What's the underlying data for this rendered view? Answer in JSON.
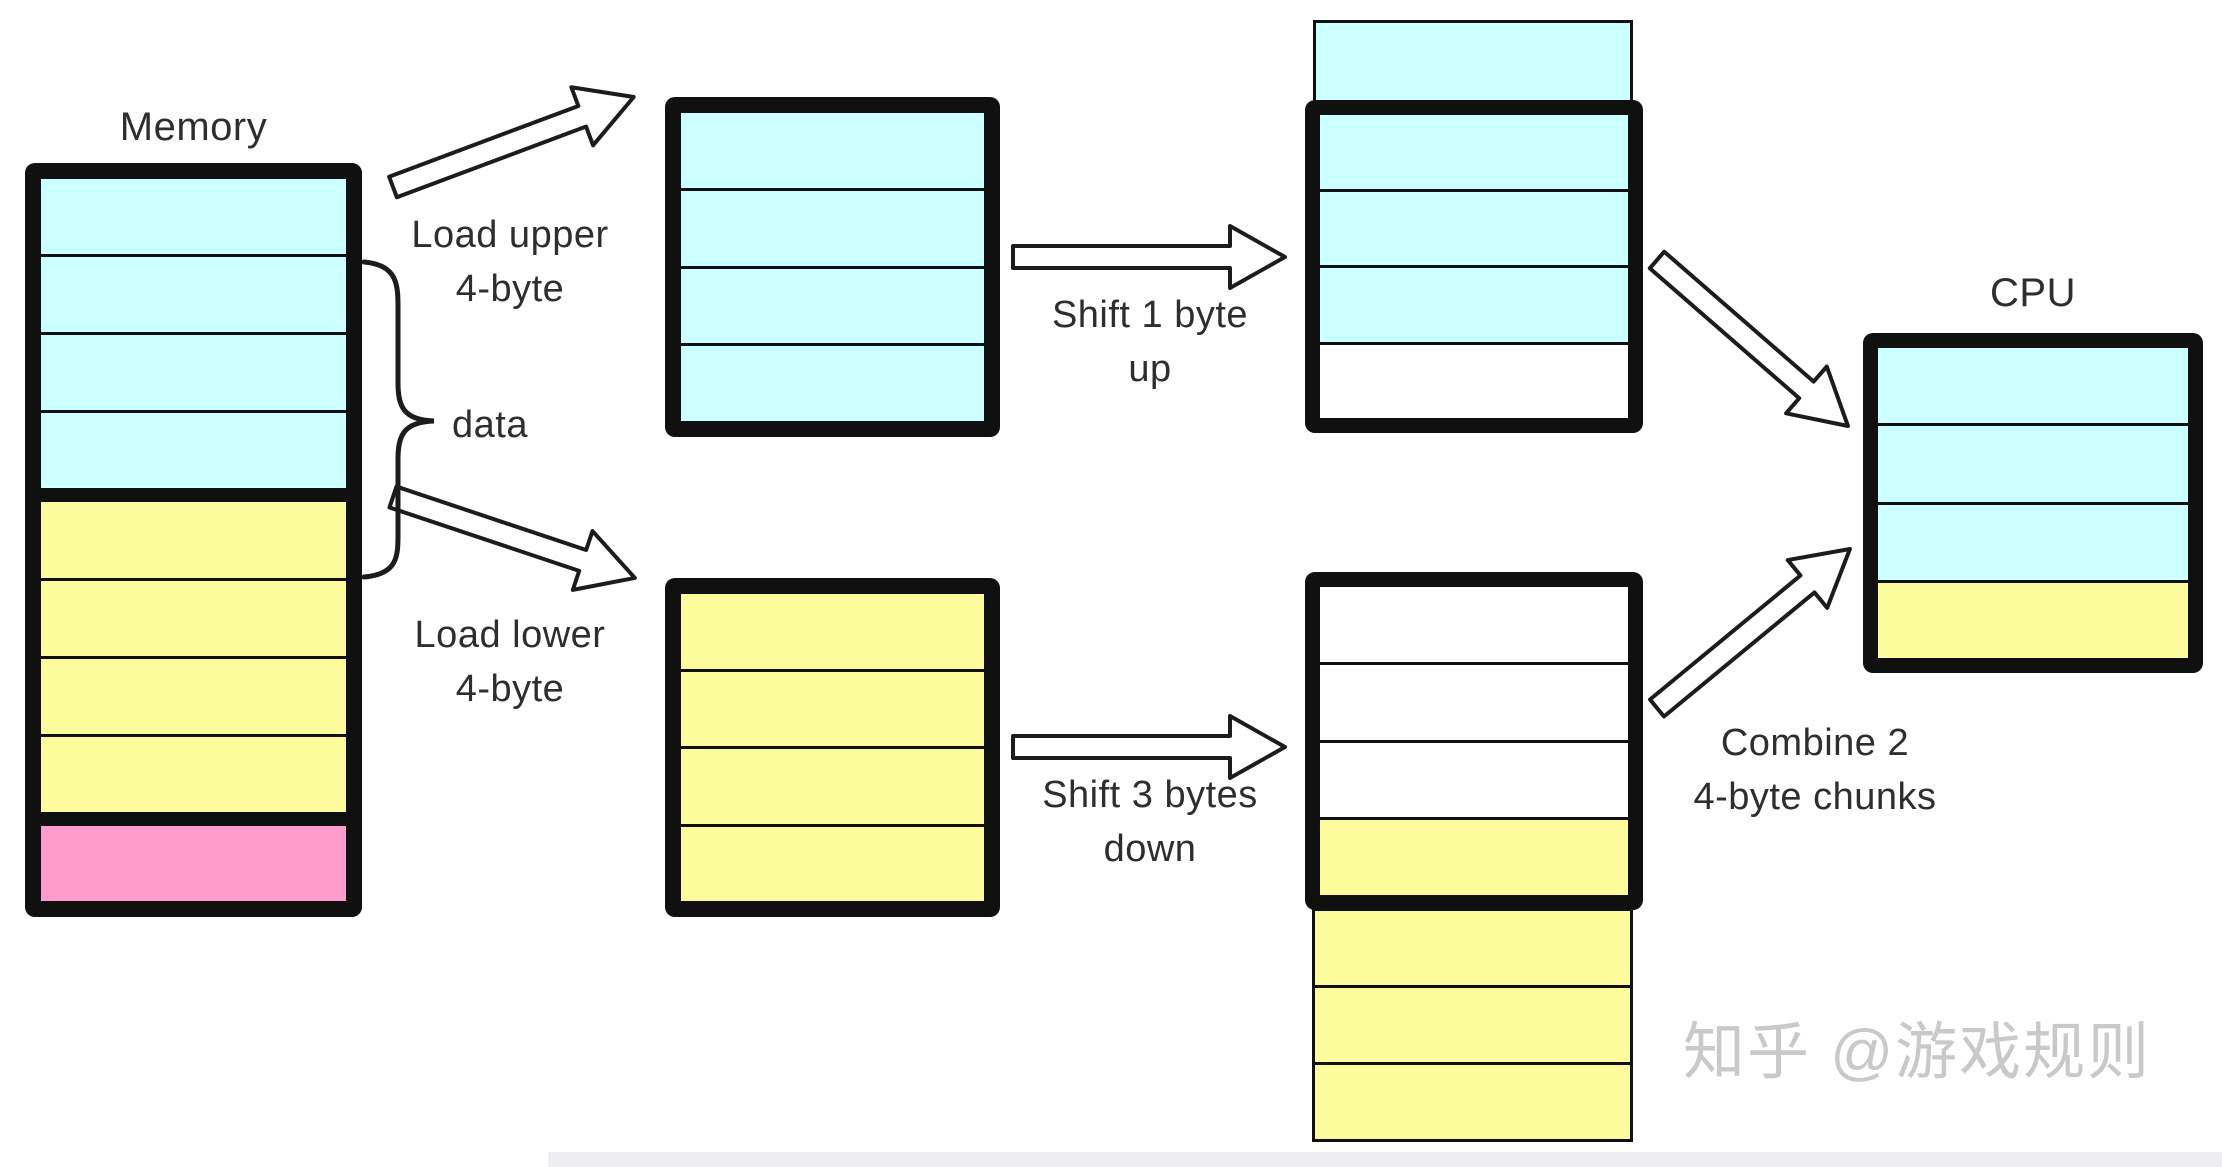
{
  "colors": {
    "cyan": "#ccffff",
    "yellow": "#fcfc9c",
    "pink": "#fe9ccb",
    "white": "#ffffff",
    "border": "#101010",
    "text": "#2e2e2e",
    "watermark": "#c9c9c9"
  },
  "memory": {
    "label": "Memory",
    "upper_word_rows": [
      "cyan",
      "cyan",
      "cyan",
      "cyan"
    ],
    "lower_word_rows": [
      "yellow",
      "yellow",
      "yellow",
      "yellow"
    ],
    "next_word_rows": [
      "pink"
    ]
  },
  "brace": {
    "label": "data"
  },
  "annotations": {
    "load_upper": {
      "l1": "Load upper",
      "l2": "4-byte"
    },
    "load_lower": {
      "l1": "Load lower",
      "l2": "4-byte"
    },
    "shift_up": {
      "l1": "Shift 1 byte",
      "l2": "up"
    },
    "shift_down": {
      "l1": "Shift 3 bytes",
      "l2": "down"
    },
    "combine": {
      "l1": "Combine 2",
      "l2": "4-byte chunks"
    }
  },
  "upper_register": {
    "rows": [
      "cyan",
      "cyan",
      "cyan",
      "cyan"
    ]
  },
  "lower_register": {
    "rows": [
      "yellow",
      "yellow",
      "yellow",
      "yellow"
    ]
  },
  "shifted_upper": {
    "overflow_rows": [
      "cyan"
    ],
    "rows": [
      "cyan",
      "cyan",
      "cyan",
      "white"
    ]
  },
  "shifted_lower": {
    "rows": [
      "white",
      "white",
      "white",
      "yellow"
    ],
    "overflow_rows": [
      "yellow",
      "yellow",
      "yellow"
    ]
  },
  "cpu": {
    "label": "CPU",
    "rows": [
      "cyan",
      "cyan",
      "cyan",
      "yellow"
    ]
  },
  "watermark": "知乎 @游戏规则"
}
